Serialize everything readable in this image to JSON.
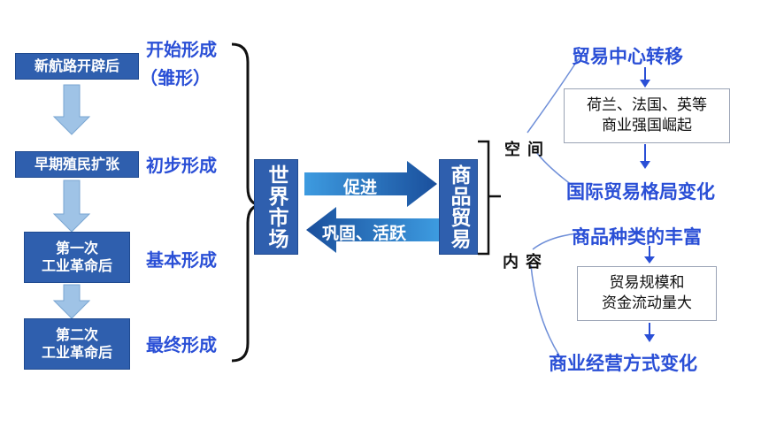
{
  "left_column": {
    "stages": [
      {
        "event": "新航路开辟后",
        "label": "开始形成",
        "sublabel": "（雏形）"
      },
      {
        "event": "早期殖民扩张",
        "label": "初步形成"
      },
      {
        "event_line1": "第一次",
        "event_line2": "工业革命后",
        "label": "基本形成"
      },
      {
        "event_line1": "第二次",
        "event_line2": "工业革命后",
        "label": "最终形成"
      }
    ]
  },
  "center": {
    "world_market": "世界市场",
    "commodity_trade": "商品贸易",
    "arrow_right_label": "促进",
    "arrow_left_label": "巩固、活跃"
  },
  "branches": {
    "space": "空间",
    "content": "内容"
  },
  "right_top": {
    "title": "贸易中心转移",
    "box_line1": "荷兰、法国、英等",
    "box_line2": "商业强国崛起",
    "result": "国际贸易格局变化"
  },
  "right_bottom": {
    "title": "商品种类的丰富",
    "box_line1": "贸易规模和",
    "box_line2": "资金流动量大",
    "result": "商业经营方式变化"
  },
  "colors": {
    "box_blue": "#2f5fae",
    "text_blue": "#2a4fd6",
    "arrow_light": "#9fc3e6",
    "connector_blue": "#2a4fd6"
  }
}
